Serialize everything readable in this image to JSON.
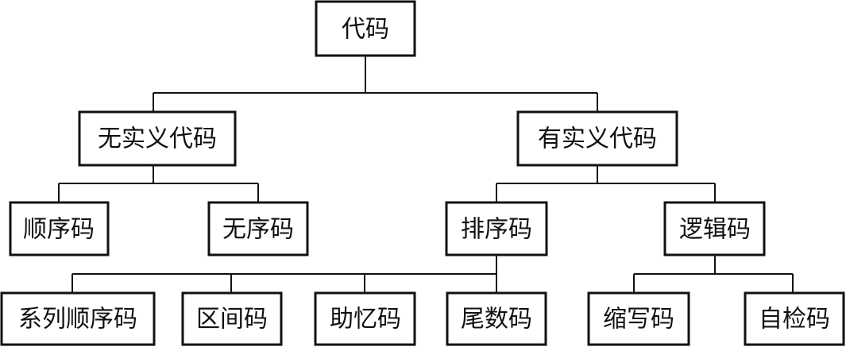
{
  "tree": {
    "nodes": {
      "root": "代码",
      "no_meaning": "无实义代码",
      "meaningful": "有实义代码",
      "sequential": "顺序码",
      "unordered": "无序码",
      "sorted": "排序码",
      "logical": "逻辑码",
      "series_sequential": "系列顺序码",
      "interval": "区间码",
      "mnemonic": "助忆码",
      "tail_digit": "尾数码",
      "abbreviation": "缩写码",
      "self_check": "自检码"
    }
  }
}
